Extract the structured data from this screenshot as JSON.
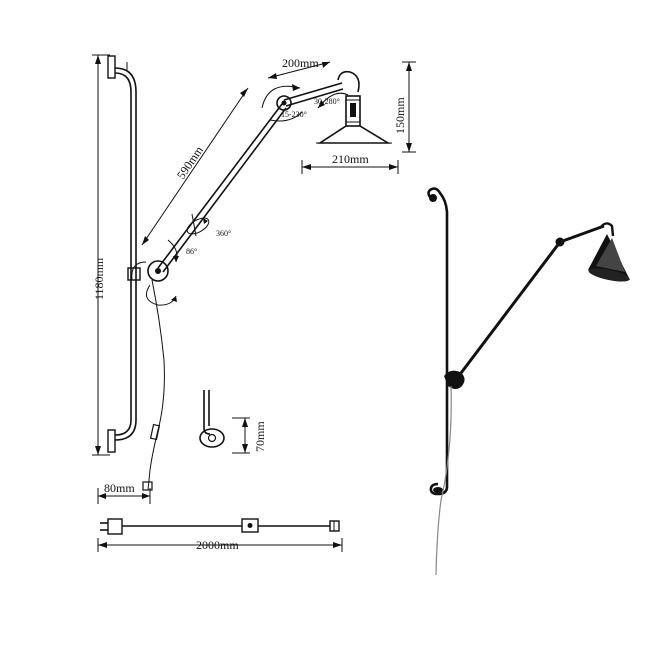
{
  "dimensions": {
    "height_total": "1180mm",
    "arm_length": "590mm",
    "elbow_length": "200mm",
    "shade_height": "150mm",
    "shade_width": "210mm",
    "bracket_offset": "80mm",
    "bracket_height": "70mm",
    "cable_length": "2000mm"
  },
  "angles": {
    "elbow_range": "15-230°",
    "shade_tilt": "30-280°",
    "arm_rotation": "360°",
    "arm_tilt": "86°"
  }
}
